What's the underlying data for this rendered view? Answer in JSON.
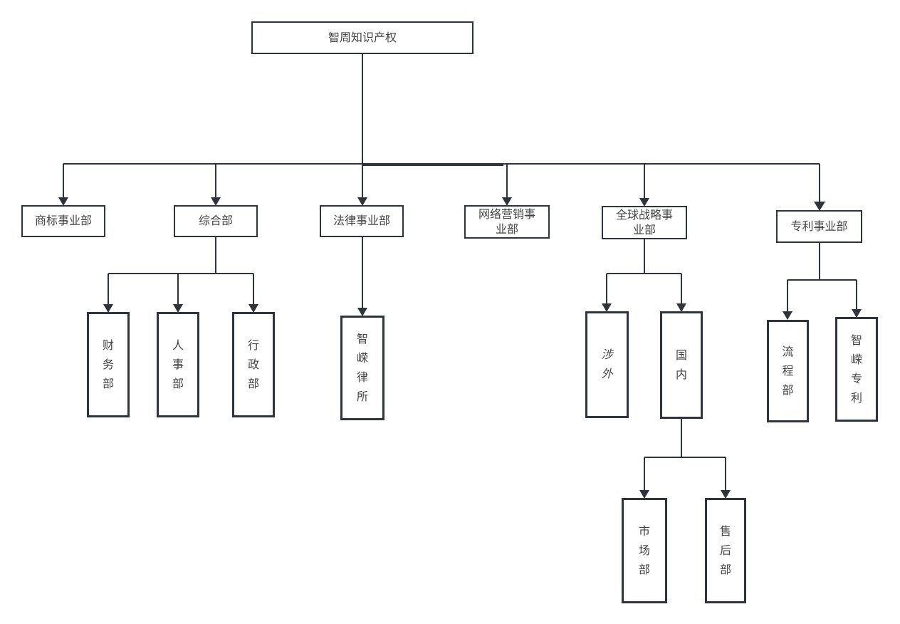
{
  "diagram_type": "org-chart",
  "colors": {
    "line": "#2f333b",
    "text": "#434343",
    "canvas_background": "#ffffff"
  },
  "nodes": {
    "root": {
      "label": "智周知识产权",
      "parent": null
    },
    "trademark_div": {
      "label": "商标事业部",
      "parent": "root"
    },
    "general_dept": {
      "label": "综合部",
      "parent": "root"
    },
    "legal_div": {
      "label": "法律事业部",
      "parent": "root"
    },
    "network_marketing_div": {
      "label": "网络营销事\n业部",
      "parent": "root"
    },
    "global_strategy_div": {
      "label": "全球战略事\n业部",
      "parent": "root"
    },
    "patent_div": {
      "label": "专利事业部",
      "parent": "root"
    },
    "finance_dept": {
      "label": "财务部",
      "parent": "general_dept"
    },
    "hr_dept": {
      "label": "人事部",
      "parent": "general_dept"
    },
    "admin_dept": {
      "label": "行政部",
      "parent": "general_dept"
    },
    "law_firm": {
      "label": "智嵘律所",
      "parent": "legal_div"
    },
    "overseas": {
      "label": "涉外",
      "parent": "global_strategy_div"
    },
    "domestic": {
      "label": "国内",
      "parent": "global_strategy_div"
    },
    "process_dept": {
      "label": "流程部",
      "parent": "patent_div"
    },
    "zhirong_patent": {
      "label": "智嵘专利",
      "parent": "patent_div"
    },
    "market_dept": {
      "label": "市场部",
      "parent": "domestic"
    },
    "after_sales_dept": {
      "label": "售后部",
      "parent": "domestic"
    }
  }
}
